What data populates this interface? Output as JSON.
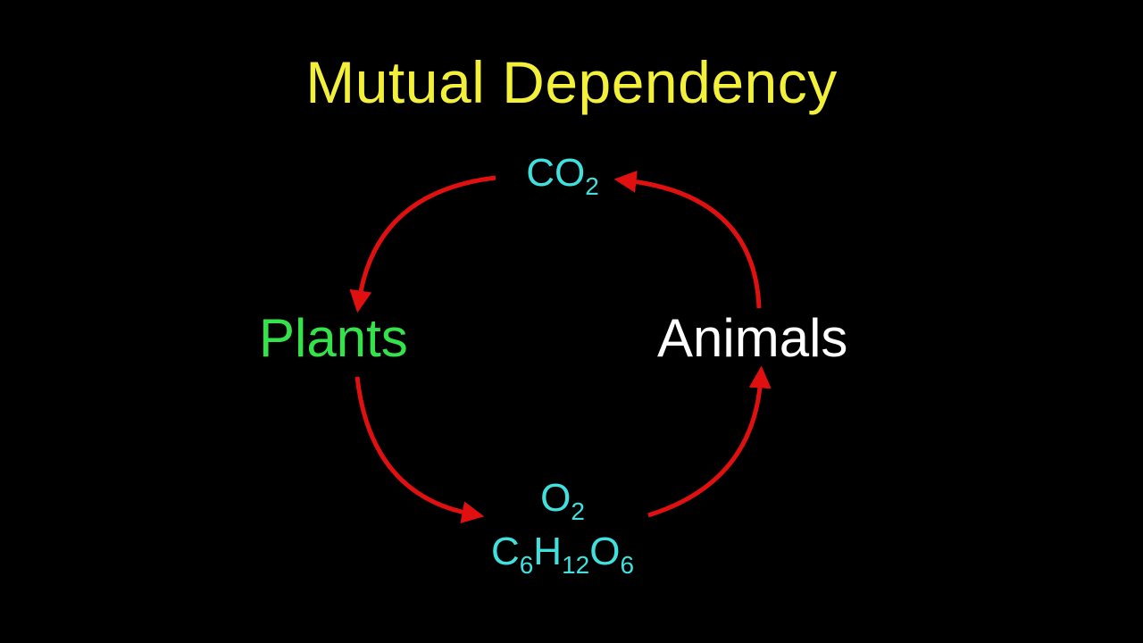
{
  "title": "Mutual Dependency",
  "nodes": {
    "plants": "Plants",
    "animals": "Animals"
  },
  "chemicals": {
    "co2": {
      "base": "CO",
      "sub": "2"
    },
    "o2": {
      "base": "O",
      "sub": "2"
    },
    "glucose": [
      {
        "base": "C",
        "sub": "6"
      },
      {
        "base": "H",
        "sub": "12"
      },
      {
        "base": "O",
        "sub": "6"
      }
    ]
  },
  "colors": {
    "background": "#000000",
    "title": "#f2f03a",
    "plants": "#34e24a",
    "animals": "#ffffff",
    "chemicals": "#3fe0dd",
    "arrows": "#e01010"
  }
}
